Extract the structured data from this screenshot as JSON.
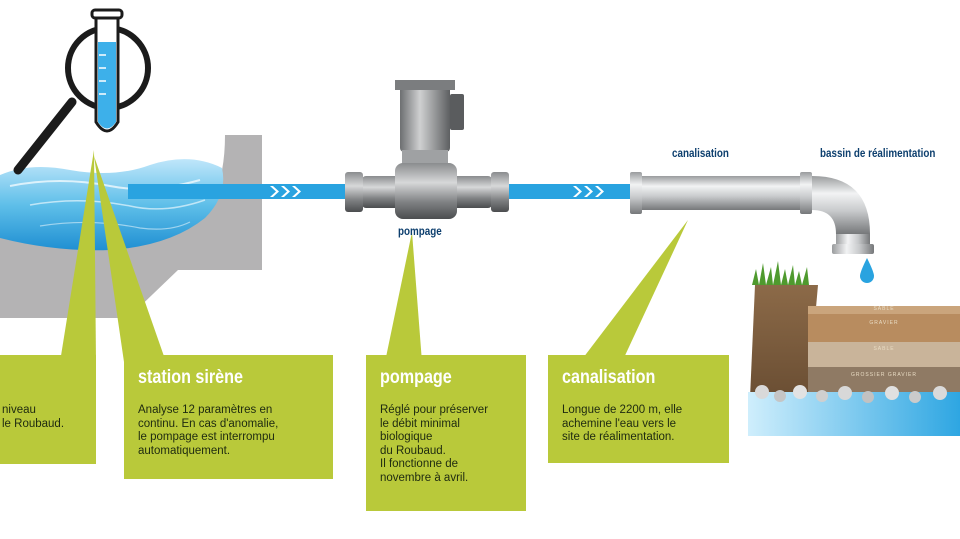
{
  "labels": {
    "canalisation": "canalisation",
    "bassin": "bassin de réalimentation",
    "pompage": "pompage"
  },
  "boxes": [
    {
      "title": "",
      "text": "niveau\nle Roubaud."
    },
    {
      "title": "station sirène",
      "text": "Analyse 12 paramètres en\ncontinu. En cas d'anomalie,\nle pompage est interrompu\nautomatiquement."
    },
    {
      "title": "pompage",
      "text": "Réglé pour préserver\nle débit minimal\nbiologique\ndu Roubaud.\nIl fonctionne de\nnovembre à avril."
    },
    {
      "title": "canalisation",
      "text": "Longue de 2200 m, elle\nachemine l'eau vers le\nsite de réalimentation."
    }
  ],
  "soil_layers": [
    "SABLE",
    "GRAVIER",
    "SABLE",
    "GROSSIER GRAVIER"
  ],
  "colors": {
    "callout": "#b9c93a",
    "water_line": "#29a3e0",
    "label_text": "#0d3f6e",
    "concrete": "#b4b3b4"
  },
  "icons": [
    "test-tube-icon",
    "magnifier-icon",
    "pump-icon",
    "water-drop-icon",
    "chevrons-icon"
  ]
}
